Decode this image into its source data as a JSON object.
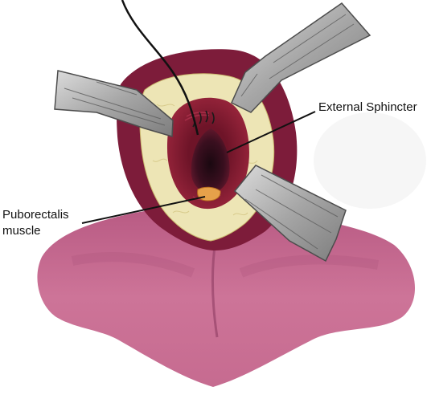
{
  "labels": {
    "external_sphincter": "External Sphincter",
    "puborectalis_line1": "Puborectalis",
    "puborectalis_line2": "muscle"
  },
  "colors": {
    "buttocks_skin": "#c7688f",
    "perineum_muscle": "#7d1c3a",
    "fat_layer": "#ede5b5",
    "sphincter": "#8e1f38",
    "anal_opening": "#2a0c16",
    "retractor_metal": "#a9a9a9",
    "puborectalis": "#e6a14a",
    "leader_line": "#111111"
  },
  "icons": [
    "suture-thread-icon",
    "retractor-icon"
  ]
}
